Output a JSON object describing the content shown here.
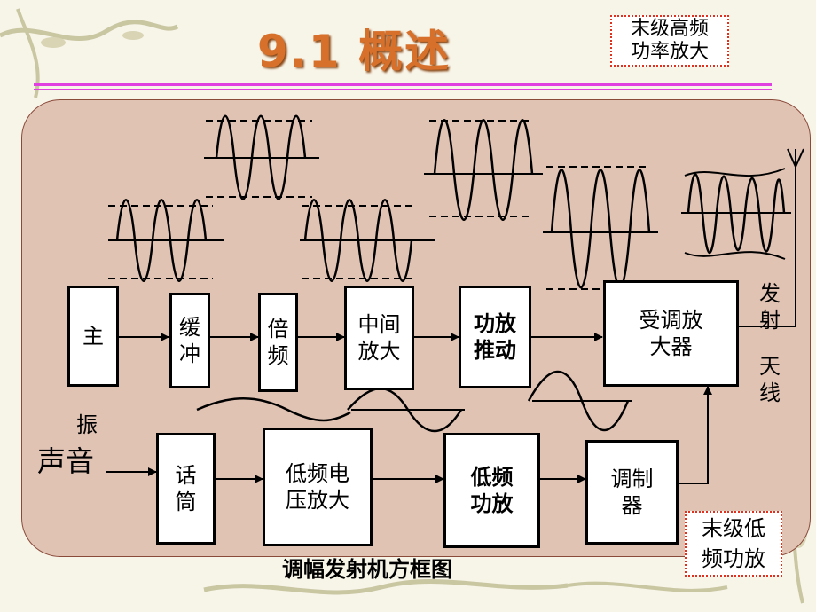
{
  "title": "9.1 概述",
  "tag_top": "末级高频\n功率放大",
  "tag_bottom": "末级低\n频功放",
  "caption": "调幅发射机方框图",
  "blocks": {
    "master": "主",
    "buffer": "缓\n冲",
    "multiplier": "倍\n频",
    "intermediate_amp": "中间\n放大",
    "driver_amp": "功放\n推动",
    "modulated_amp": "受调放\n大器",
    "microphone": "话\n筒",
    "low_freq_voltage_amp": "低频电\n压放大",
    "low_freq_power_amp": "低频\n功放",
    "modulator": "调制\n器"
  },
  "labels": {
    "oscillator": "振",
    "sound": "声音",
    "transmit": "发\n射",
    "antenna": "天\n线"
  },
  "colors": {
    "title": "#d6702a",
    "panel": "#e1c3b4",
    "rule": "#e040e0",
    "tag_border": "#e0301e"
  }
}
